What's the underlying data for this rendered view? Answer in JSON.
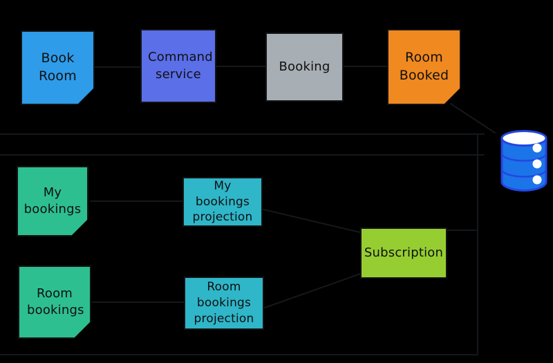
{
  "canvas": {
    "background": "#000000",
    "connector_color": "#15181b",
    "text_color": "#101010"
  },
  "nodes": {
    "book_room": {
      "label": "Book Room",
      "type": "sticky-note",
      "color": "#2e9ce9"
    },
    "command_service": {
      "label": "Command service",
      "type": "box",
      "color": "#5b6fe9"
    },
    "booking": {
      "label": "Booking",
      "type": "box",
      "color": "#a7aeb4"
    },
    "room_booked": {
      "label": "Room Booked",
      "type": "sticky-note",
      "color": "#f0891f"
    },
    "my_bookings": {
      "label": "My bookings",
      "type": "sticky-note",
      "color": "#2dbf90"
    },
    "my_bookings_projection": {
      "label": "My bookings projection",
      "type": "box",
      "color": "#2fb6c9"
    },
    "subscription": {
      "label": "Subscription",
      "type": "box",
      "color": "#96ce32"
    },
    "room_bookings": {
      "label": "Room bookings",
      "type": "sticky-note",
      "color": "#2dbf90"
    },
    "room_bookings_projection": {
      "label": "Room bookings projection",
      "type": "box",
      "color": "#2fb6c9"
    }
  },
  "database": {
    "icon": "database-icon",
    "body_color": "#1b74e8",
    "outline_color": "#2446e0",
    "top_color": "#ffffff"
  }
}
